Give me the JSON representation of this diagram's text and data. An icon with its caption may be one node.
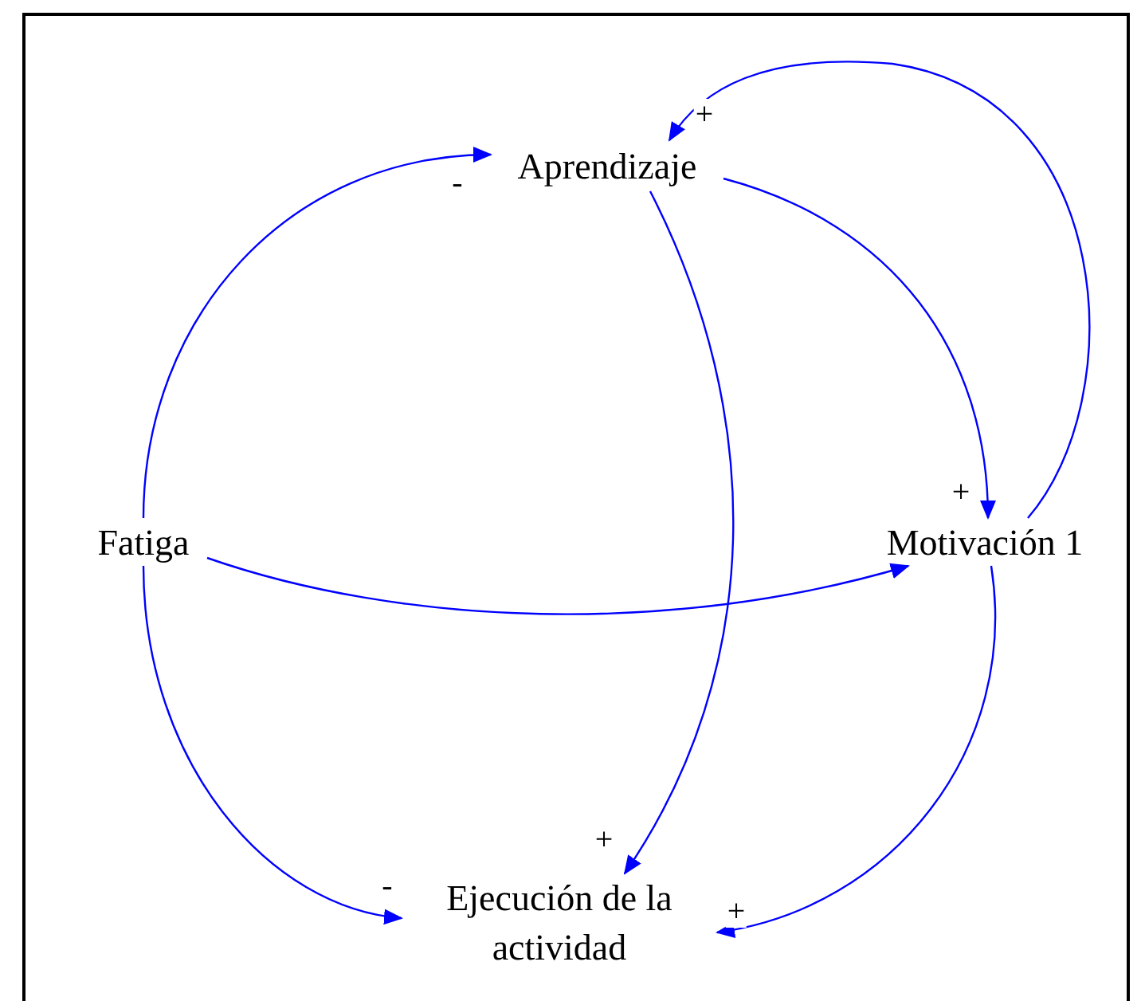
{
  "diagram": {
    "nodes": [
      {
        "text": [
          "Aprendizaje"
        ]
      },
      {
        "text": [
          "Fatiga"
        ]
      },
      {
        "text": [
          "Motivación 1"
        ]
      },
      {
        "text": [
          "Ejecución de la actividad"
        ]
      }
    ],
    "edges": [
      {
        "from": 1,
        "to": 0,
        "arrow": "to",
        "label": "-"
      },
      {
        "from": 0,
        "to": 2,
        "arrow": "to",
        "label": "+"
      },
      {
        "from": 2,
        "to": 0,
        "arrow": "to",
        "label": "+"
      },
      {
        "from": 0,
        "to": 3,
        "arrow": "to",
        "label": "+"
      },
      {
        "from": 1,
        "to": 2,
        "arrow": "to"
      },
      {
        "from": 1,
        "to": 3,
        "arrow": "to",
        "label": "-"
      },
      {
        "from": 2,
        "to": 3,
        "arrow": "to",
        "label": "+"
      }
    ]
  }
}
